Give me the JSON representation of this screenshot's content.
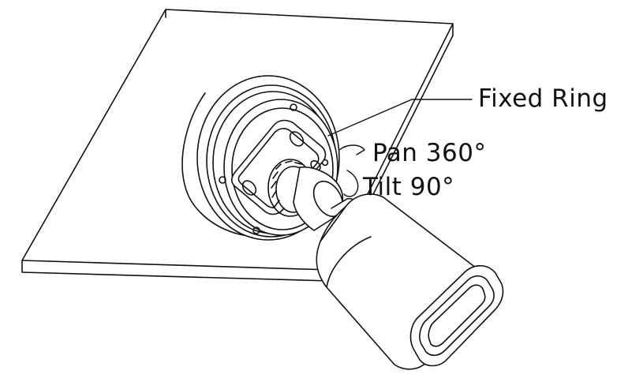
{
  "labels": {
    "fixed_ring": "Fixed Ring",
    "pan": "Pan 360°",
    "tilt": "Tilt 90°"
  },
  "colors": {
    "line": "#111111",
    "background": "#ffffff"
  }
}
